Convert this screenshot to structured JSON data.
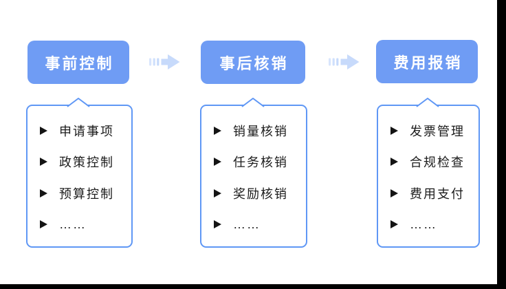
{
  "diagram": {
    "stages": [
      {
        "label": "事前控制",
        "items": [
          "申请事项",
          "政策控制",
          "预算控制",
          "……"
        ]
      },
      {
        "label": "事后核销",
        "items": [
          "销量核销",
          "任务核销",
          "奖励核销",
          "……"
        ]
      },
      {
        "label": "费用报销",
        "items": [
          "发票管理",
          "合规检查",
          "费用支付",
          "……"
        ]
      }
    ],
    "icons": {
      "flow_arrow": "dashed-block-arrow-right",
      "list_bullet": "black-right-triangle",
      "panel_pointer": "up-notch"
    },
    "colors": {
      "stage_bg": "#6F9CF4",
      "stage_text": "#FFFFFF",
      "panel_border": "#5F97F5",
      "panel_bg": "#FFFFFF",
      "arrow": "#C7DAFB",
      "item_text": "#1B1B1B",
      "letterbox": "#000000",
      "background": "#FFFFFF"
    }
  }
}
